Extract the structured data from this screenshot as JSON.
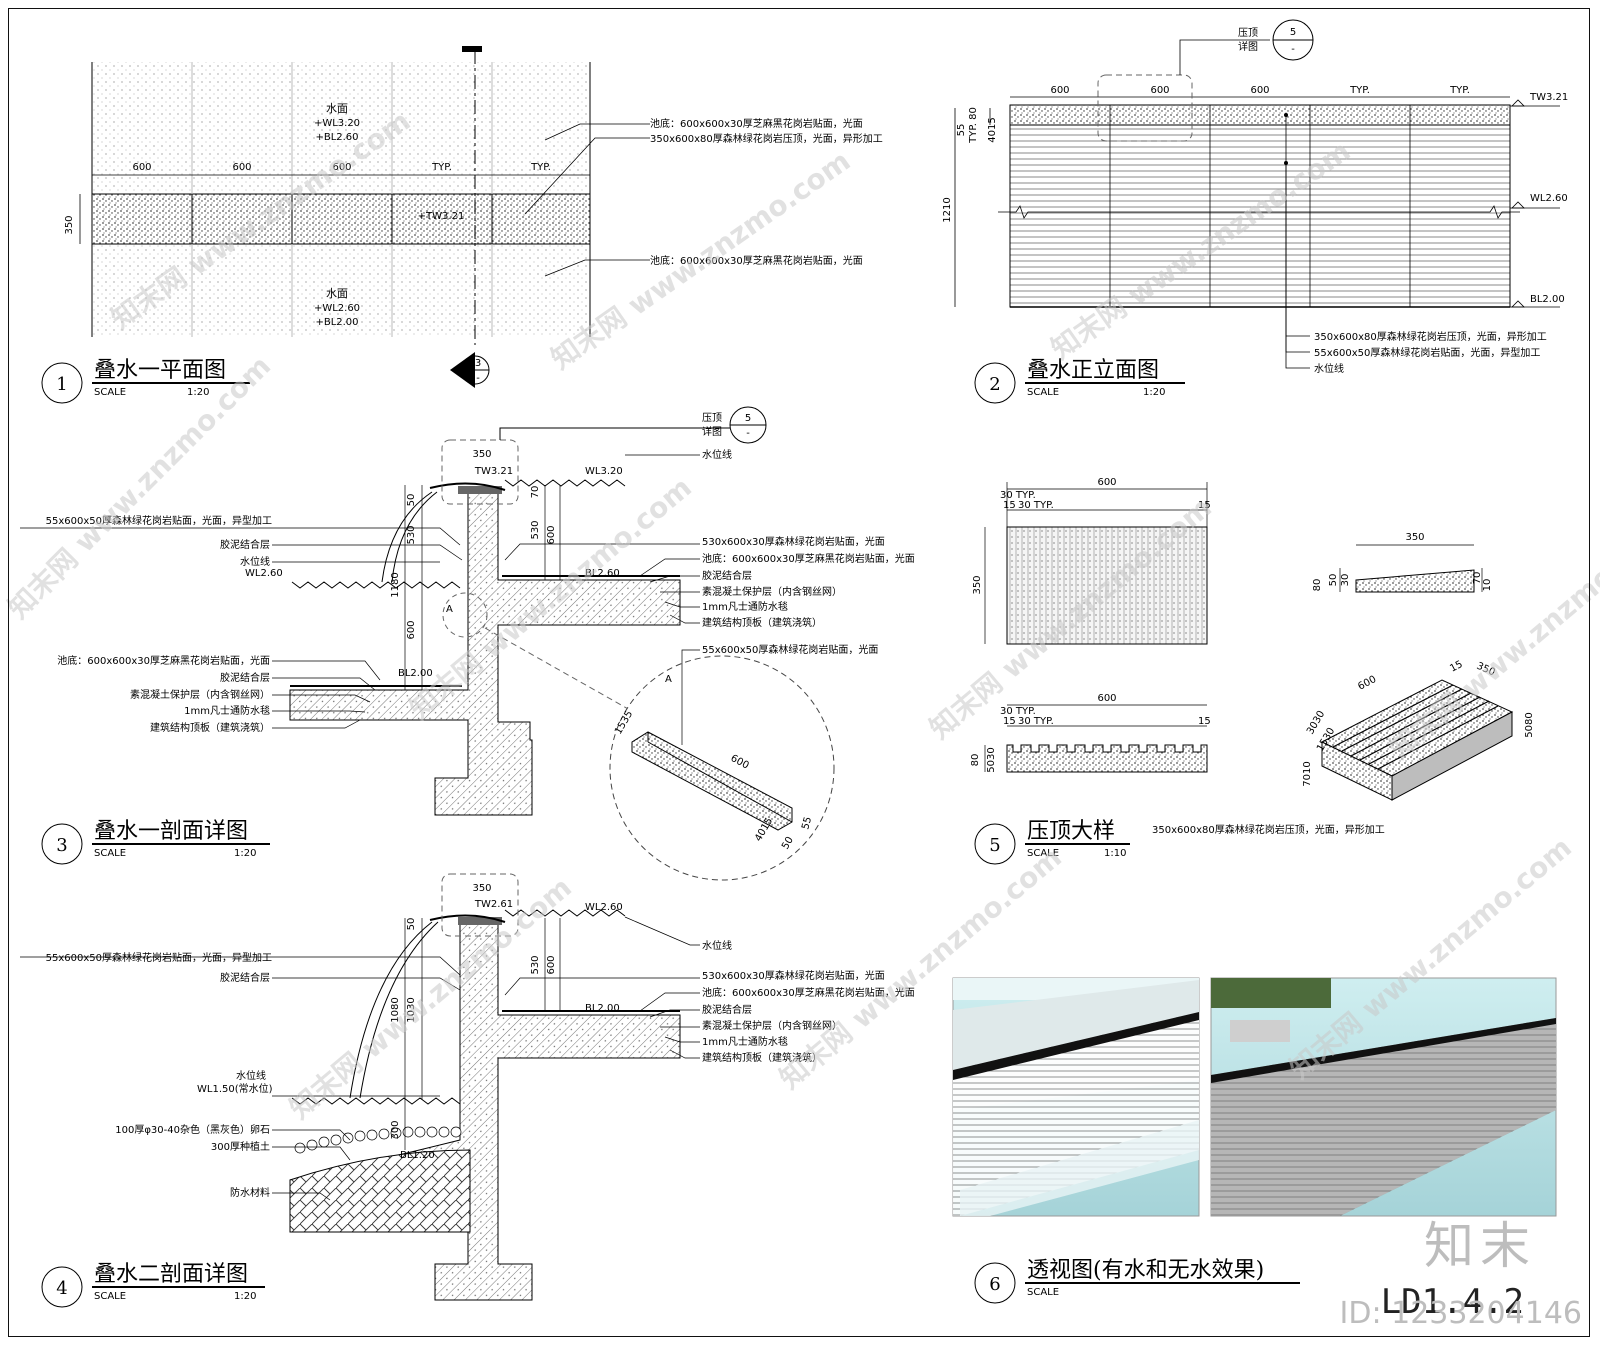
{
  "views": {
    "v1": {
      "num": "1",
      "title": "叠水一平面图",
      "scale_label": "SCALE",
      "scale": "1:20"
    },
    "v2": {
      "num": "2",
      "title": "叠水正立面图",
      "scale_label": "SCALE",
      "scale": "1:20"
    },
    "v3": {
      "num": "3",
      "title": "叠水一剖面详图",
      "scale_label": "SCALE",
      "scale": "1:20"
    },
    "v4": {
      "num": "4",
      "title": "叠水二剖面详图",
      "scale_label": "SCALE",
      "scale": "1:20"
    },
    "v5": {
      "num": "5",
      "title": "压顶大样",
      "scale_label": "SCALE",
      "scale": "1:10"
    },
    "v6": {
      "num": "6",
      "title": "透视图(有水和无水效果)",
      "scale_label": "SCALE",
      "scale": ""
    }
  },
  "plan": {
    "dims": [
      "600",
      "600",
      "600",
      "TYP.",
      "TYP."
    ],
    "side_dim": "350",
    "water_top": {
      "label": "水面",
      "wl": "+WL3.20",
      "bl": "+BL2.60"
    },
    "water_bot": {
      "label": "水面",
      "wl": "+WL2.60",
      "bl": "+BL2.00"
    },
    "coping_level": "+TW3.21",
    "notes": [
      "池底：600x600x30厚芝麻黑花岗岩贴面，光面",
      "350x600x80厚森林绿花岗岩压顶，光面，异形加工",
      "池底：600x600x30厚芝麻黑花岗岩贴面，光面"
    ],
    "cut_num": "3",
    "cut_sub": "-"
  },
  "elev": {
    "dims": [
      "600",
      "600",
      "600",
      "TYP.",
      "TYP."
    ],
    "left_dims": [
      "55",
      "TYP. 80",
      "4015"
    ],
    "height": "1210",
    "levels": [
      "TW3.21",
      "WL2.60",
      "BL2.00"
    ],
    "callout": {
      "label1": "压顶",
      "label2": "详图",
      "num": "5",
      "sub": "-"
    },
    "notes": [
      "350x600x80厚森林绿花岗岩压顶，光面，异形加工",
      "55x600x50厚森林绿花岗岩贴面，光面，异型加工",
      "水位线"
    ]
  },
  "sec3": {
    "callout": {
      "label1": "压顶",
      "label2": "详图",
      "num": "5",
      "sub": "-"
    },
    "top_dim": "350",
    "levels": {
      "tw": "TW3.21",
      "wl": "WL3.20",
      "wl_low": "WL2.60",
      "bl_up": "BL2.60",
      "bl_low": "BL2.00"
    },
    "dims_v": [
      "50",
      "530",
      "1180",
      "600",
      "70",
      "530",
      "600"
    ],
    "left_notes": [
      "55x600x50厚森林绿花岗岩贴面，光面，异型加工",
      "胶泥结合层",
      "水位线",
      "池底：600x600x30厚芝麻黑花岗岩贴面，光面",
      "胶泥结合层",
      "素混凝土保护层（内含钢丝网）",
      "1mm凡士通防水毯",
      "建筑结构顶板（建筑浇筑）"
    ],
    "right_notes": [
      "水位线",
      "530x600x30厚森林绿花岗岩贴面，光面",
      "池底：600x600x30厚芝麻黑花岗岩贴面，光面",
      "胶泥结合层",
      "素混凝土保护层（内含钢丝网）",
      "1mm凡士通防水毯",
      "建筑结构顶板（建筑浇筑）"
    ],
    "detail_marker": "A",
    "detail": {
      "note": "55x600x50厚森林绿花岗岩贴面，光面",
      "letter": "A",
      "dim_len": "600",
      "dim_a": "1535",
      "dim_b": "4015",
      "dim_c": "55",
      "dim_d": "50"
    }
  },
  "sec4": {
    "top_dim": "350",
    "levels": {
      "tw": "TW2.61",
      "wl": "WL2.60",
      "bl": "BL2.00",
      "wl_low": "WL1.50(常水位)",
      "bl_low": "BL1.20"
    },
    "dims_v": [
      "50",
      "1080",
      "1030",
      "530",
      "600",
      "300"
    ],
    "left_notes": [
      "55x600x50厚森林绿花岗岩贴面，光面，异型加工",
      "胶泥结合层",
      "水位线",
      "100厚φ30-40杂色（黑灰色）卵石",
      "300厚种植土",
      "防水材料"
    ],
    "right_notes": [
      "水位线",
      "530x600x30厚森林绿花岗岩贴面，光面",
      "池底：600x600x30厚芝麻黑花岗岩贴面，光面",
      "胶泥结合层",
      "素混凝土保护层（内含钢丝网）",
      "1mm凡士通防水毯",
      "建筑结构顶板（建筑浇筑）"
    ]
  },
  "cope": {
    "plan_w": "600",
    "plan_sub": "30 TYP.",
    "plan_a": "15",
    "plan_b": "30 TYP.",
    "plan_c": "15",
    "plan_h": "350",
    "side_w": "350",
    "side_h": "80",
    "side_a": "50",
    "side_b": "30",
    "side_c": "70",
    "side_d": "10",
    "front_w": "600",
    "front_sub": "30 TYP.",
    "front_a": "15",
    "front_b": "30 TYP.",
    "front_c": "15",
    "front_h": "80",
    "front_h2": "5030",
    "iso_a": "600",
    "iso_b": "350",
    "iso_c": "15",
    "iso_d": "5080",
    "iso_e": "3030",
    "iso_f": "1530",
    "iso_g": "7010",
    "note": "350x600x80厚森林绿花岗岩压顶，光面，异形加工"
  },
  "watermarks": [
    "知末网 www.znzmo.com"
  ],
  "brand": "知末",
  "sheet_no": "LD1.4.2",
  "image_id": "ID: 1233204146",
  "colors": {
    "water": "#bfe3e6",
    "stone": "#6d6d6d",
    "hatch": "#444444",
    "grass": "#4c6a3a"
  }
}
